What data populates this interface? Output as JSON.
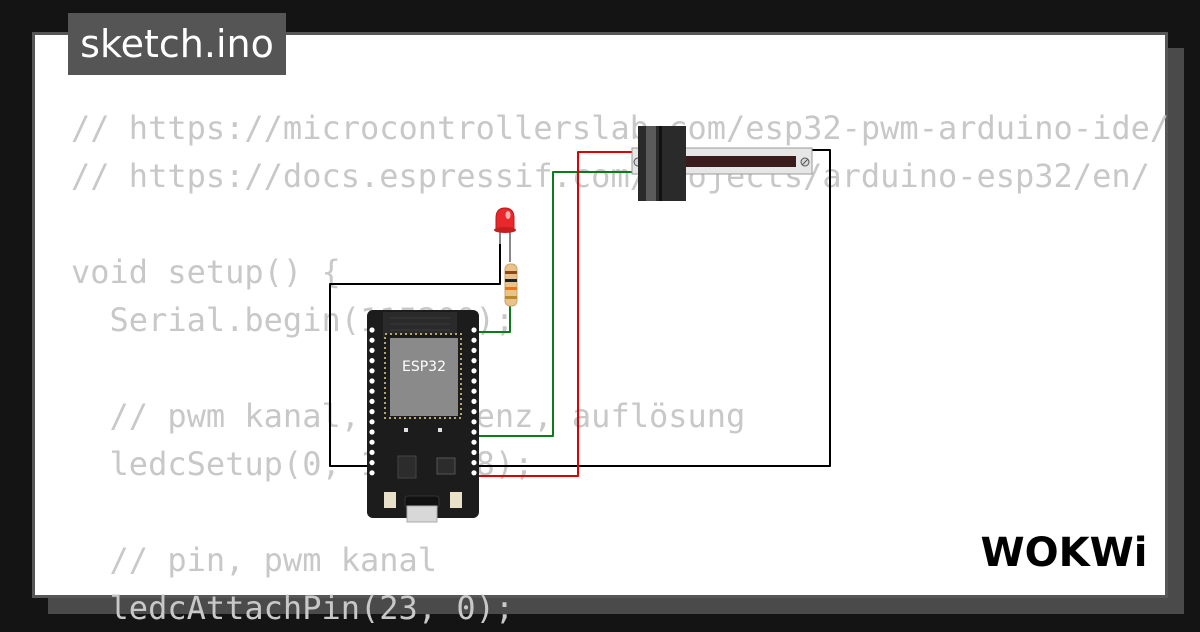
{
  "title": "sketch.ino",
  "code_lines": [
    "// https://microcontrollerslab.com/esp32-pwm-arduino-ide/",
    "// https://docs.espressif.com/projects/arduino-esp32/en/",
    "",
    "void setup() {",
    "  Serial.begin(115200);",
    "",
    "  // pwm kanal, frequenz, auflösung",
    "  ledcSetup(0, 1000, 8);",
    "",
    "  // pin, pwm kanal",
    "  ledcAttachPin(23, 0);"
  ],
  "board": {
    "chip_label": "ESP32"
  },
  "logo": {
    "text": "WOKWi"
  },
  "colors": {
    "background": "#141414",
    "card": "#ffffff",
    "code_text": "#c8c8c8",
    "wire_black": "#000000",
    "wire_green": "#0a7d1a",
    "wire_red": "#e00000",
    "led_red": "#e8282a"
  },
  "icons": [
    "esp32-board",
    "red-led",
    "resistor",
    "slide-potentiometer",
    "wokwi-logo"
  ]
}
